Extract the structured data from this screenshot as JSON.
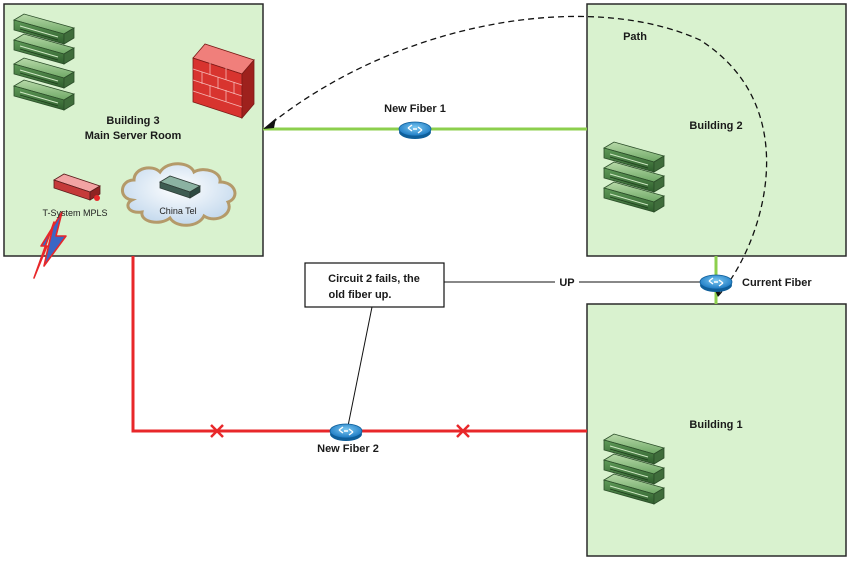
{
  "diagram": {
    "building3": {
      "name": "Building 3",
      "subtitle": "Main Server Room"
    },
    "building2": {
      "name": "Building 2"
    },
    "building1": {
      "name": "Building 1"
    },
    "links": {
      "new_fiber_1": "New Fiber 1",
      "new_fiber_2": "New Fiber 2",
      "current_fiber": "Current Fiber",
      "up": "UP",
      "path": "Path"
    },
    "devices": {
      "mpls": "T-System MPLS",
      "china_tel": "China Tel"
    },
    "callout": {
      "line1": "Circuit 2 fails, the",
      "line2": "old fiber up."
    },
    "colors": {
      "building_fill": "#d9f2cf",
      "green_link": "#8ccf4d",
      "red_link": "#e8272a",
      "router": "#1f8fd6",
      "server": "#4e8a4a",
      "firewall": "#d8342f"
    }
  }
}
